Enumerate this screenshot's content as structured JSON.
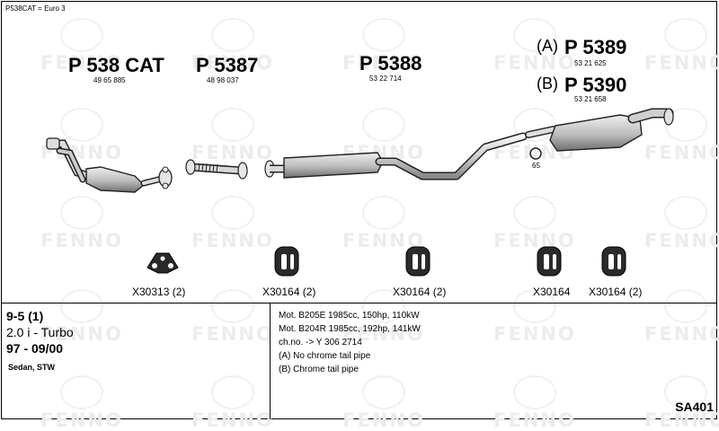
{
  "header_note": "P538CAT = Euro 3",
  "watermark": "FENNO",
  "parts": [
    {
      "number": "P 538 CAT",
      "oe": "49 65 885"
    },
    {
      "number": "P 5387",
      "oe": "48 98 037"
    },
    {
      "number": "P 5388",
      "oe": "53 22 714"
    },
    {
      "variant": "(A)",
      "number": "P 5389",
      "oe": "53 21 625"
    },
    {
      "variant": "(B)",
      "number": "P 5390",
      "oe": "53 21 658"
    }
  ],
  "ring_label": "65",
  "clamps": [
    "X30313 (2)",
    "X30164 (2)",
    "X30164 (2)",
    "X30164",
    "X30164 (2)"
  ],
  "vehicle": {
    "model": "9-5 (1)",
    "engine": "2.0 i - Turbo",
    "years": "97 - 09/00",
    "body": "Sedan, STW"
  },
  "info_lines": [
    "Mot. B205E 1985cc, 150hp, 110kW",
    "Mot. B204R 1985cc, 192hp, 141kW",
    "ch.no. -> Y 306 2714",
    "(A) No chrome tail pipe",
    "(B) Chrome tail pipe"
  ],
  "diagram_code": "SA401"
}
